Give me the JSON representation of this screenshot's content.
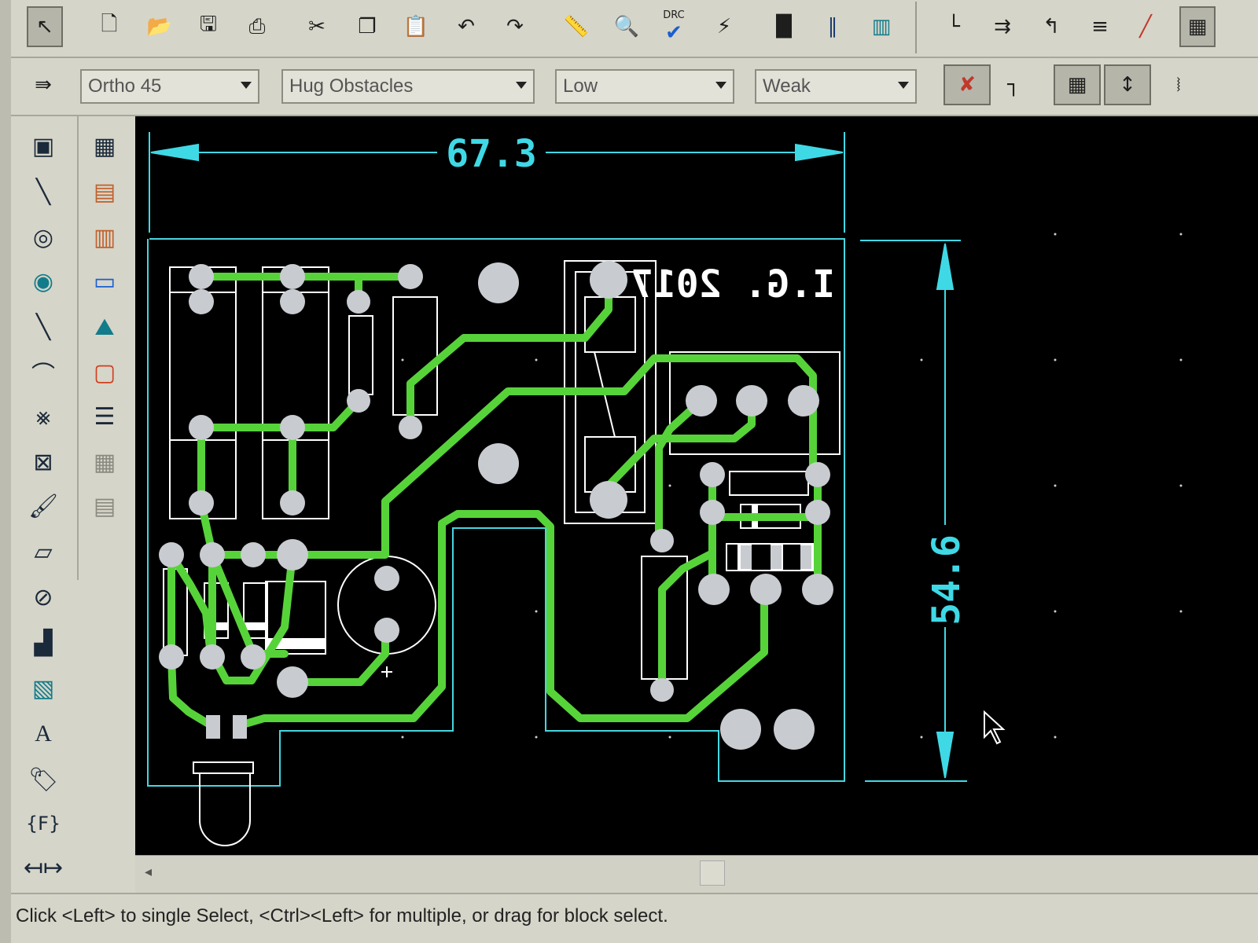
{
  "toolbar": {
    "buttons": [
      "select-arrow-icon",
      "new-file-icon",
      "open-folder-icon",
      "save-icon",
      "print-icon",
      "cut-icon",
      "copy-icon",
      "paste-icon",
      "undo-icon",
      "redo-icon",
      "ruler-icon",
      "zoom-icon",
      "drc-check-icon",
      "connectivity-icon",
      "bus-icon",
      "route-icon",
      "part-icon",
      "route-mode-1-icon",
      "route-mode-2-icon",
      "route-mode-3-icon",
      "route-mode-4-icon",
      "route-mode-5-icon",
      "layers-icon"
    ],
    "drc_label": "DRC"
  },
  "options": {
    "angle": "Ortho 45",
    "obstacles": "Hug Obstacles",
    "level": "Low",
    "strength": "Weak"
  },
  "left_tools": {
    "col1": [
      "component-icon",
      "connection-icon",
      "via-icon",
      "free-via-icon",
      "line-icon",
      "arc-icon",
      "polygon-icon",
      "rect-cross-icon",
      "fill-icon",
      "layer-stack-icon",
      "keepout-icon",
      "copper-pour-icon",
      "cutout-icon",
      "text-icon",
      "attribute-icon",
      "formula-icon",
      "dimension-icon"
    ],
    "col2": [
      "table-icon",
      "footprint-icon",
      "padstack-icon",
      "outline-icon",
      "picture-icon",
      "board-icon",
      "list-icon",
      "report-icon",
      "report-2-icon"
    ],
    "text_tool_label": "A",
    "formula_tool_label": "{F}"
  },
  "board": {
    "width_dimension": "67.3",
    "height_dimension": "54.6",
    "silkscreen_text": "I.G. 2017",
    "colors": {
      "trace": "#57d33a",
      "pad": "#c8cbd0",
      "outline": "#46d6e0",
      "silk": "#ffffff",
      "dimension": "#3fd9e6"
    }
  },
  "status": {
    "message": "Click <Left> to single Select, <Ctrl><Left> for multiple, or drag for block select."
  }
}
